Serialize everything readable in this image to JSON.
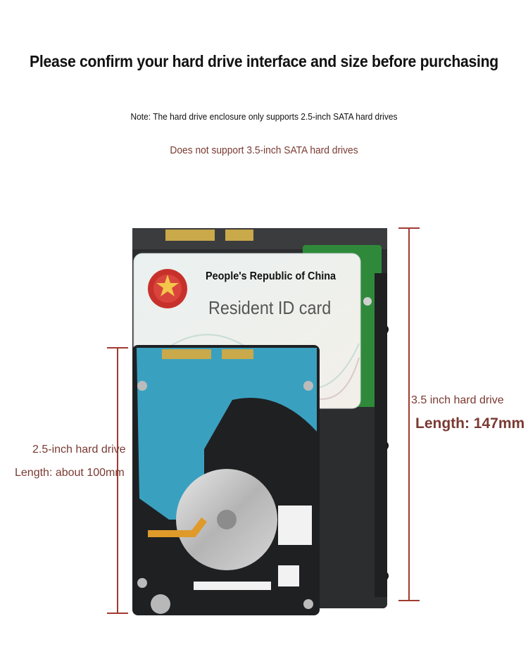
{
  "header": {
    "title": "Please confirm your hard drive interface and size before purchasing",
    "note": "Note: The hard drive enclosure only supports 2.5-inch SATA hard drives",
    "warning": "Does not support 3.5-inch SATA hard drives"
  },
  "id_card": {
    "line1": "People's Republic of China",
    "line2": "Resident ID card"
  },
  "drive_25": {
    "name": "2.5-inch hard drive",
    "length": "Length: about 100mm"
  },
  "drive_35": {
    "name": "3.5 inch hard drive",
    "length": "Length: 147mm"
  },
  "colors": {
    "accent": "#7a3a32",
    "dimension_line": "#a03a32",
    "pcb_blue": "#3aa0c0",
    "pcb_green": "#2e8a3a"
  }
}
